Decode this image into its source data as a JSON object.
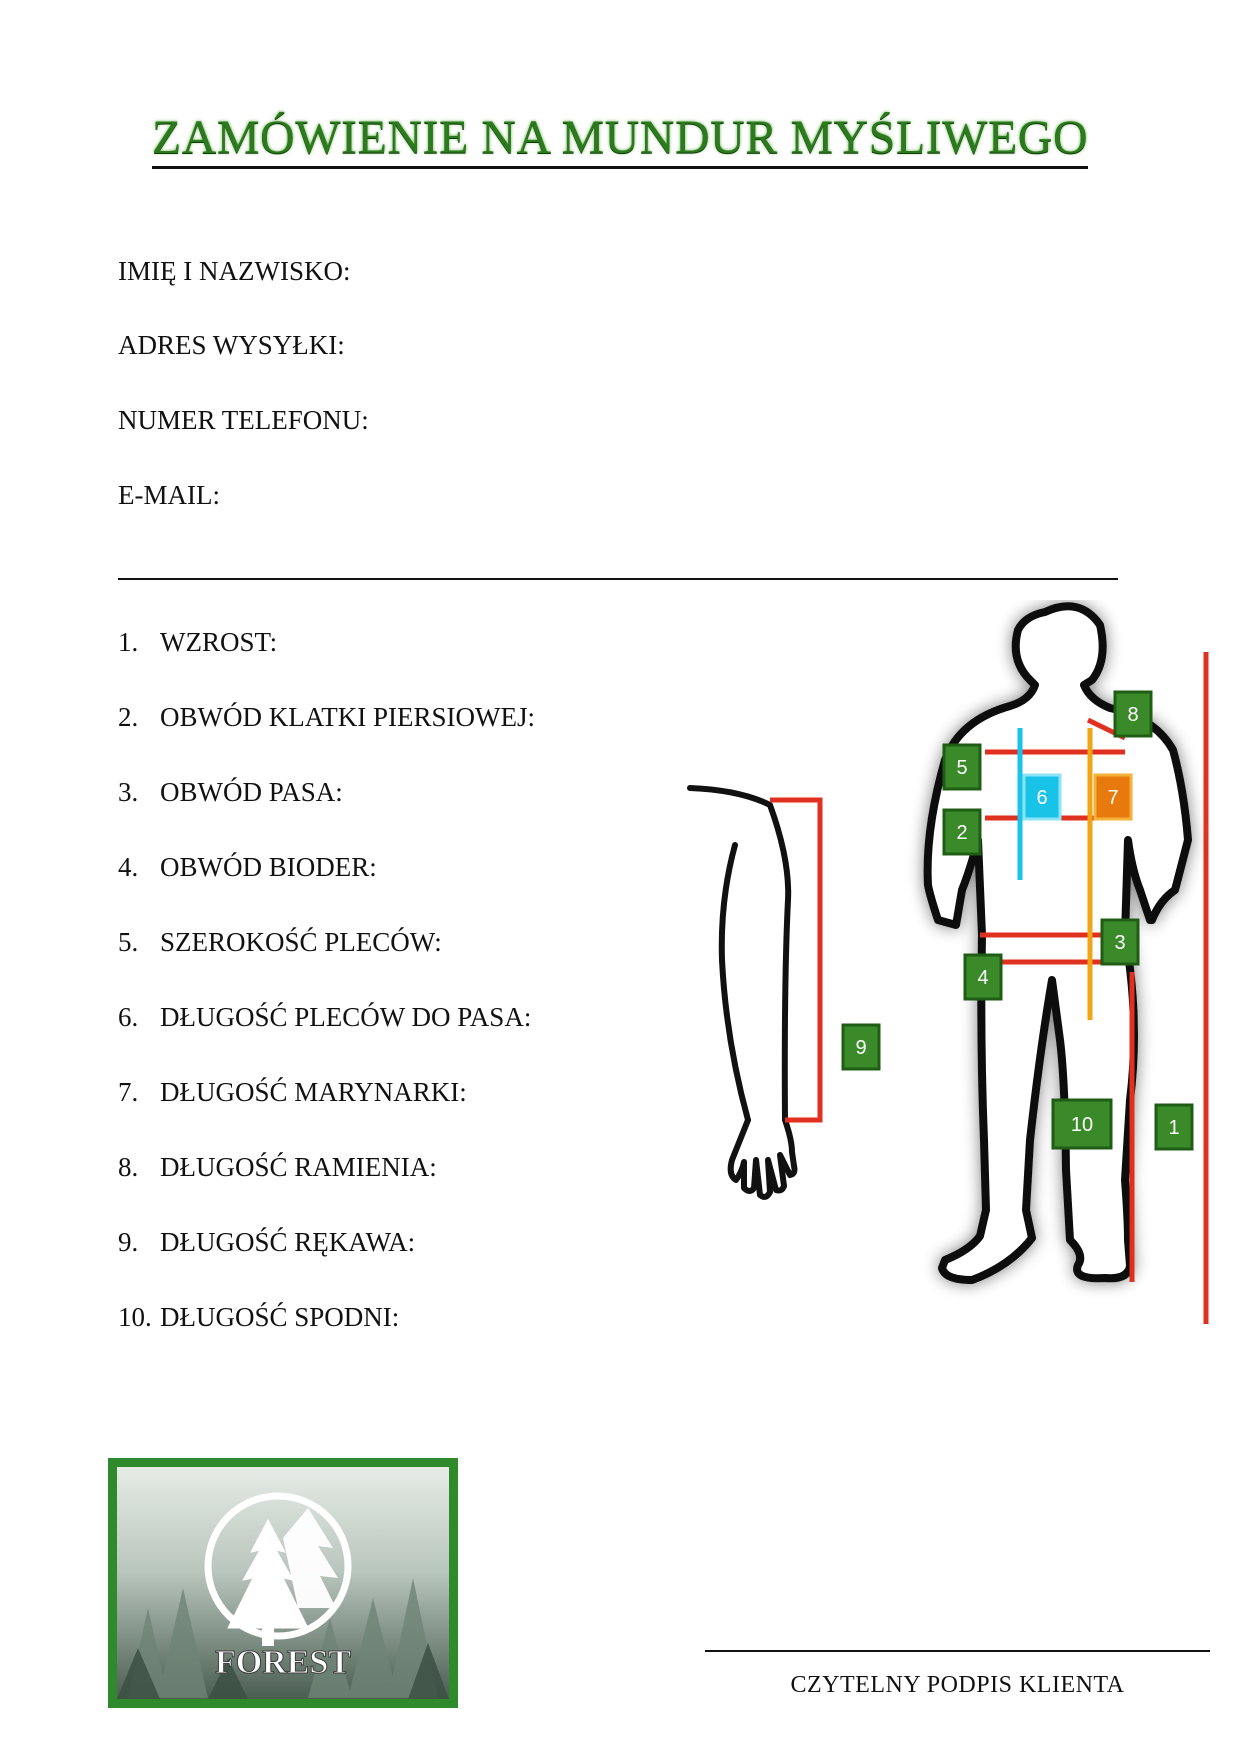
{
  "title": "ZAMÓWIENIE NA MUNDUR MYŚLIWEGO",
  "customer_fields": [
    {
      "label": "IMIĘ I NAZWISKO:"
    },
    {
      "label": "ADRES WYSYŁKI:"
    },
    {
      "label": "NUMER TELEFONU:"
    },
    {
      "label": "E-MAIL:"
    }
  ],
  "measurements": [
    {
      "number": "1.",
      "label": "WZROST:"
    },
    {
      "number": "2.",
      "label": "OBWÓD KLATKI PIERSIOWEJ:"
    },
    {
      "number": "3.",
      "label": "OBWÓD PASA:"
    },
    {
      "number": "4.",
      "label": "OBWÓD BIODER:"
    },
    {
      "number": "5.",
      "label": "SZEROKOŚĆ PLECÓW:"
    },
    {
      "number": "6.",
      "label": "DŁUGOŚĆ PLECÓW DO PASA:"
    },
    {
      "number": "7.",
      "label": "DŁUGOŚĆ MARYNARKI:"
    },
    {
      "number": "8.",
      "label": "DŁUGOŚĆ RAMIENIA:"
    },
    {
      "number": "9.",
      "label": "DŁUGOŚĆ RĘKAWA:"
    },
    {
      "number": "10.",
      "label": "DŁUGOŚĆ SPODNI:"
    }
  ],
  "figure_markers": [
    "1",
    "2",
    "3",
    "4",
    "5",
    "6",
    "7",
    "8",
    "9",
    "10"
  ],
  "logo": {
    "text": "FOREST",
    "icon": "forest-tree-logo-icon"
  },
  "signature": {
    "label": "CZYTELNY PODPIS KLIENTA"
  },
  "colors": {
    "title_green": "#2c7a1e",
    "marker_green": "#3a8a2a",
    "marker_cyan": "#19c3e8",
    "marker_orange": "#e8790c",
    "line_red": "#e03020"
  }
}
